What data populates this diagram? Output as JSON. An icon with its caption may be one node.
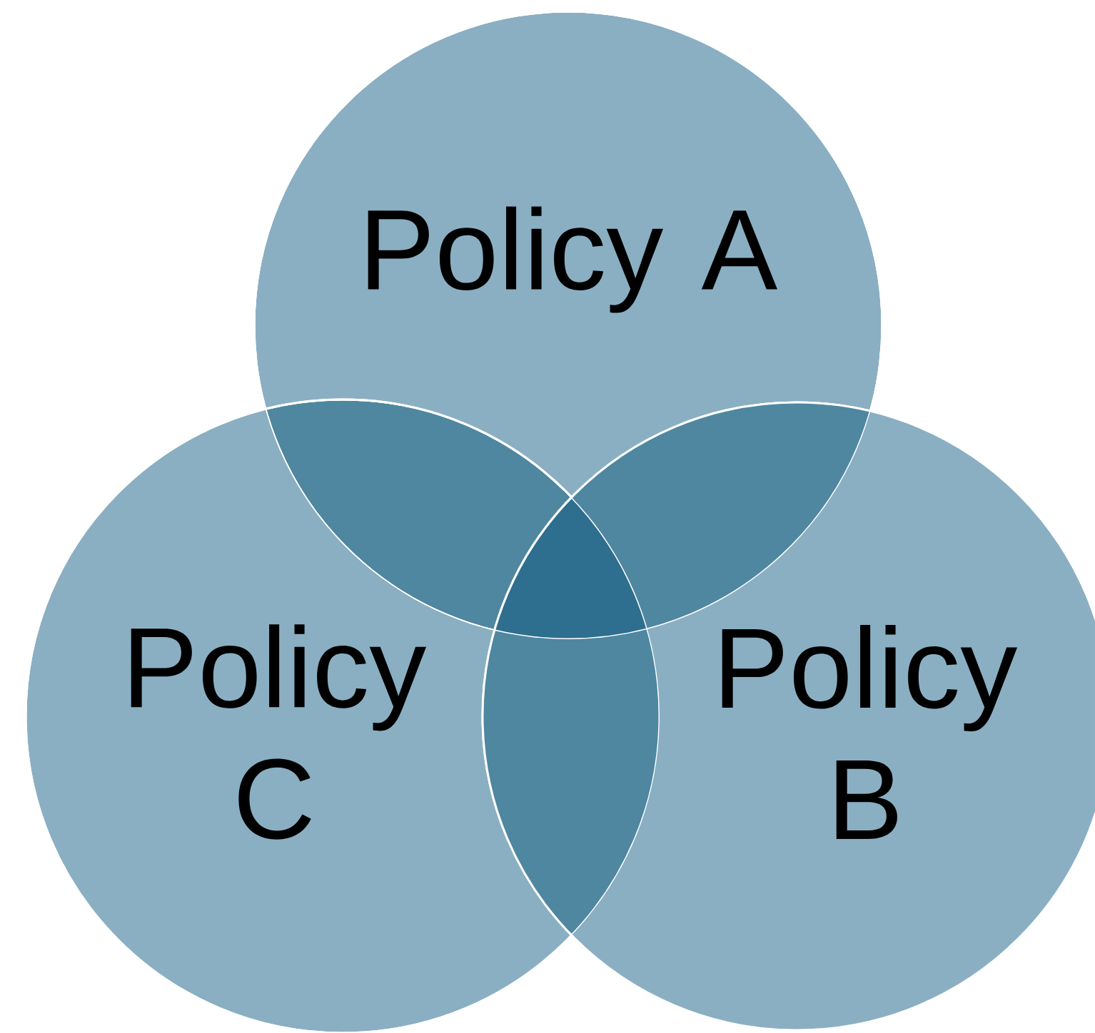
{
  "diagram": {
    "nodes": [
      {
        "text": [
          "Policy A"
        ]
      },
      {
        "text": [
          "Policy C"
        ]
      },
      {
        "text": [
          "Policy B"
        ]
      }
    ]
  }
}
